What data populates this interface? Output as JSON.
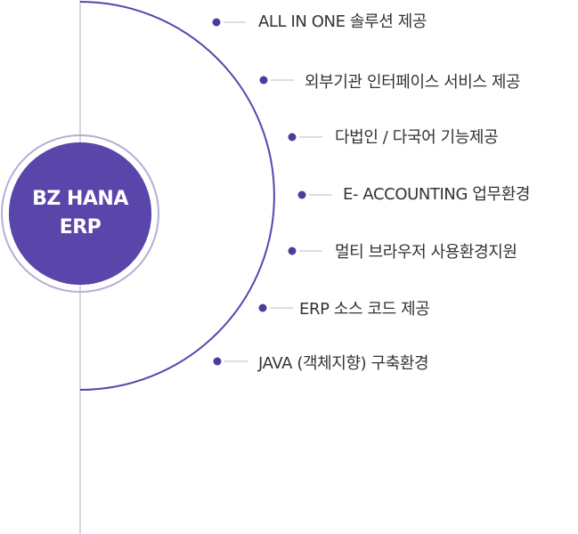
{
  "center": {
    "line1": "BZ HANA",
    "line2": "ERP"
  },
  "features": [
    "ALL IN ONE 솔루션 제공",
    "외부기관 인터페이스 서비스 제공",
    "다법인 / 다국어 기능제공",
    "E- ACCOUNTING 업무환경",
    "멀티 브라우저 사용환경지원",
    "ERP 소스 코드 제공",
    "JAVA (객체지향) 구축환경"
  ],
  "colors": {
    "accent": "#5a45ab",
    "dot": "#4d3c9e",
    "ring": "#b3aed6",
    "connector": "#d4d4d4",
    "axis": "#c8c8d2",
    "text": "#333333"
  }
}
